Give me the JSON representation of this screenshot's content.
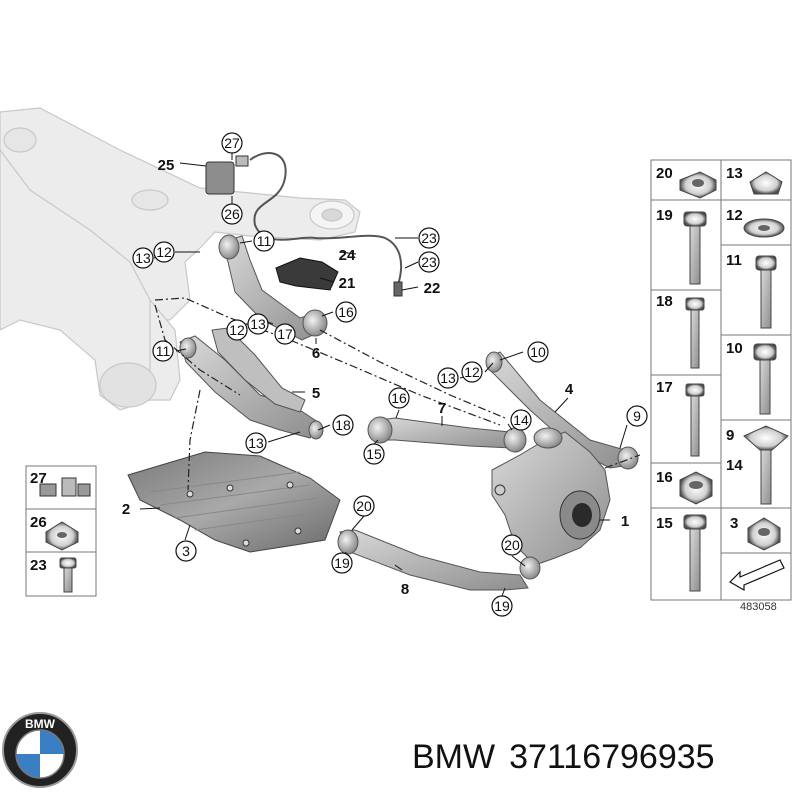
{
  "callouts": {
    "c27": "27",
    "c25": "25",
    "c26": "26",
    "c11a": "11",
    "c12a": "12",
    "c13a": "13",
    "c24": "24",
    "c23a": "23",
    "c23b": "23",
    "c21": "21",
    "c22": "22",
    "c16a": "16",
    "c17": "17",
    "c6": "6",
    "c13b": "13",
    "c12b": "12",
    "c11b": "11",
    "c5": "5",
    "c13c": "13",
    "c18": "18",
    "c10": "10",
    "c12c": "12",
    "c13d": "13",
    "c4": "4",
    "c16b": "16",
    "c7": "7",
    "c14": "14",
    "c9": "9",
    "c15": "15",
    "c2": "2",
    "c3": "3",
    "c20a": "20",
    "c19a": "19",
    "c1": "1",
    "c20b": "20",
    "c8": "8",
    "c19b": "19"
  },
  "parts_table_right": [
    {
      "left": "20",
      "right": "13"
    },
    {
      "left": "19",
      "right": "12"
    },
    {
      "left": "",
      "right": "11"
    },
    {
      "left": "18",
      "right": ""
    },
    {
      "left": "",
      "right": "10"
    },
    {
      "left": "17",
      "right": ""
    },
    {
      "left": "",
      "right": "9"
    },
    {
      "left": "",
      "right": "14"
    },
    {
      "left": "16",
      "right": ""
    },
    {
      "left": "15",
      "right": "3"
    }
  ],
  "parts_table_left": [
    "27",
    "26",
    "23"
  ],
  "diagram_id": "483058",
  "footer": {
    "brand": "BMW",
    "part_number": "37116796935"
  },
  "logo": {
    "icon": "bmw-roundel",
    "text": "BMW"
  }
}
